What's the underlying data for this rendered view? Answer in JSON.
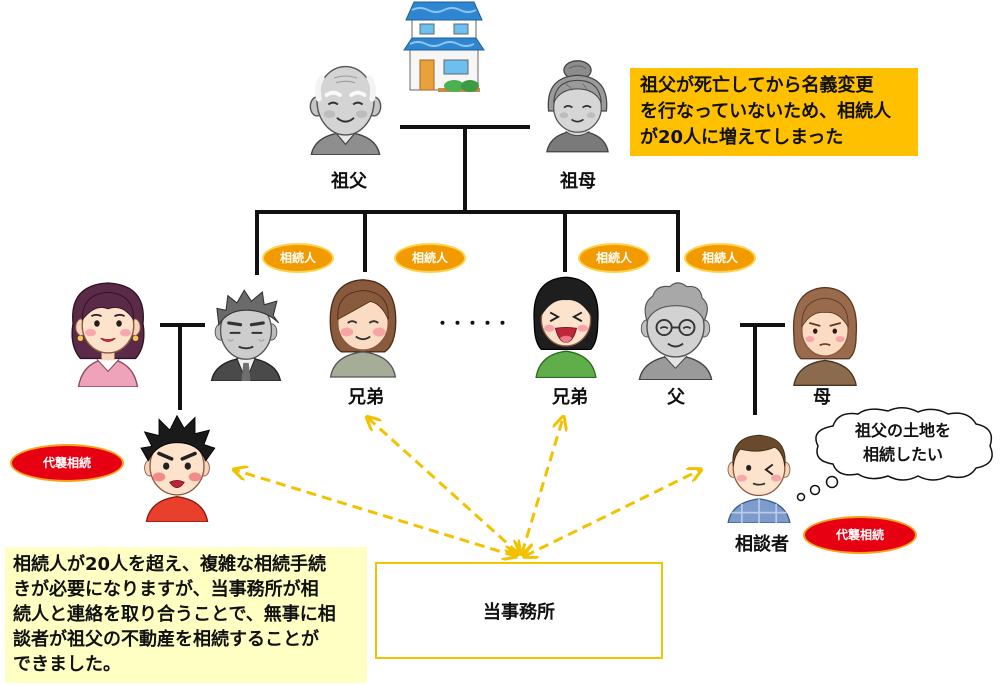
{
  "note_top": {
    "lines": [
      "祖父が死亡してから名義変更",
      "を行なっていないため、相続人",
      "が20人に増えてしまった"
    ]
  },
  "family": {
    "grandfather": {
      "label": "祖父"
    },
    "grandmother": {
      "label": "祖母"
    },
    "sibling_1": {
      "label": "兄弟"
    },
    "sibling_2": {
      "label": "兄弟"
    },
    "father": {
      "label": "父"
    },
    "mother": {
      "label": "母"
    },
    "consultant": {
      "label": "相談者"
    }
  },
  "badges": {
    "heir": [
      "相続人",
      "相続人",
      "相続人",
      "相続人"
    ],
    "substitute": [
      "代襲相続",
      "代襲相続"
    ]
  },
  "ellipsis": "・・・・・",
  "thought": {
    "lines": [
      "祖父の土地を",
      "相続したい"
    ]
  },
  "office": {
    "label": "当事務所"
  },
  "note_bottom": {
    "lines": [
      "相続人が20人を超え、複雑な相続手続",
      "きが必要になりますが、当事務所が相",
      "続人と連絡を取り合うことで、無事に相",
      "談者が祖父の不動産を相続することが",
      "できました。"
    ]
  },
  "colors": {
    "tree_line": "#111111",
    "arrow": "#f2c200",
    "note_top_bg": "#ffc000",
    "note_bottom_bg": "#ffffc4",
    "heir_badge": "#f29b00",
    "substitute_badge": "#e60012",
    "office_border": "#f5c400"
  },
  "icons": {
    "house": "house-icon",
    "thought_bubble": "thought-bubble-icon"
  }
}
